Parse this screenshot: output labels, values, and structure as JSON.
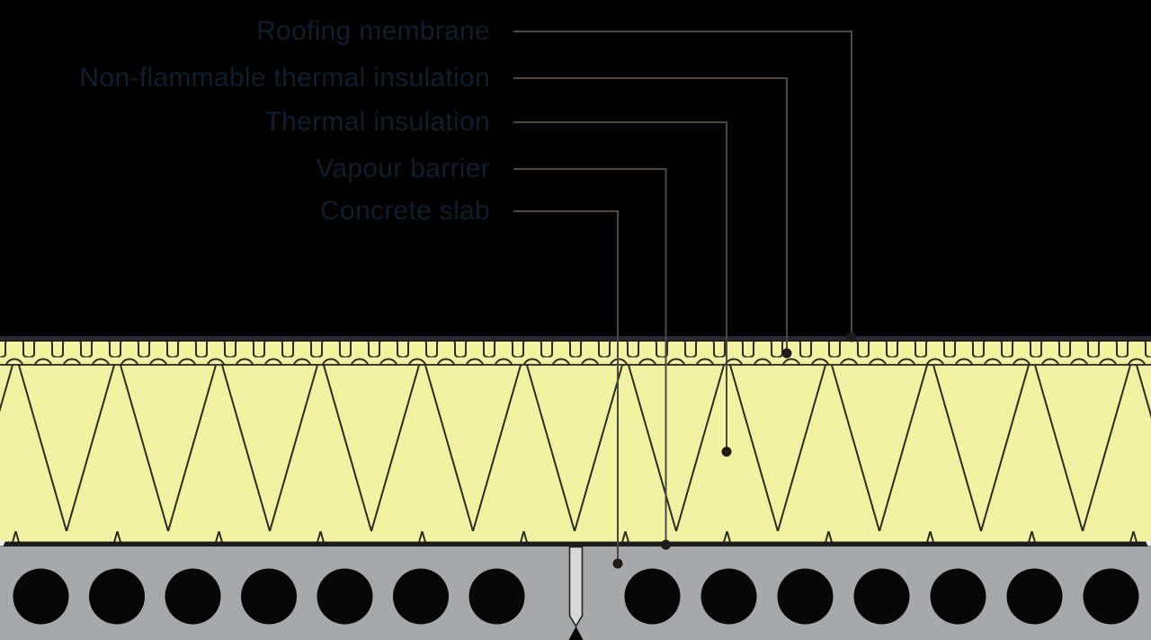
{
  "diagram": {
    "description": "Flat roof construction detail cross-section over hollow-core concrete slab",
    "labels": [
      {
        "text": "Roofing membrane"
      },
      {
        "text": "Non-flammable thermal insulation"
      },
      {
        "text": "Thermal insulation"
      },
      {
        "text": "Vapour barrier"
      },
      {
        "text": "Concrete slab"
      }
    ],
    "colors": {
      "background": "#000000",
      "label_text": "#101e2b",
      "leader_line": "#4c473f",
      "leader_dot": "#201b18",
      "insulation_yellow": "#f1f3a2",
      "hatch_line": "#2b2b20",
      "membrane_strip": "#2a2a33",
      "vapour_barrier": "#1c1c1c",
      "concrete_gray": "#a6a8aa",
      "hollow_core": "#060606",
      "joint_fill": "#d9d9d9"
    }
  }
}
